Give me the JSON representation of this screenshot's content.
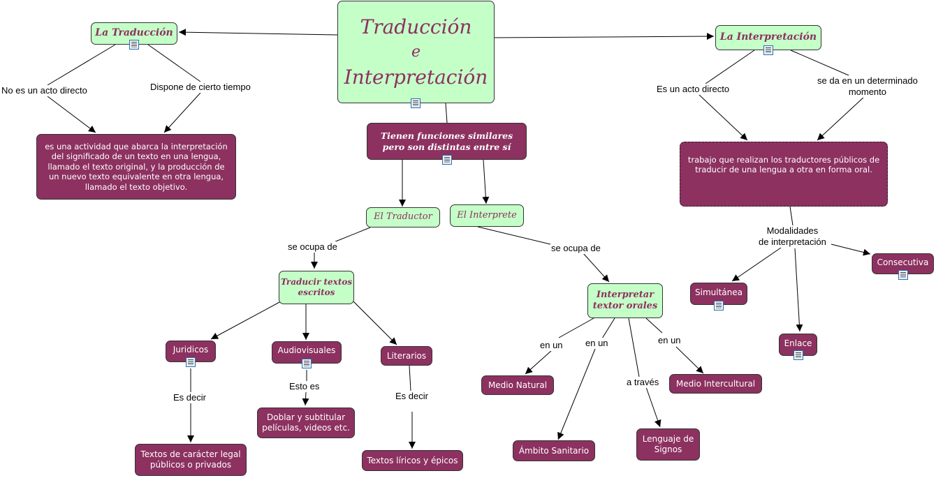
{
  "nodes": {
    "main_title": [
      "Traducción",
      "e",
      "Interpretación"
    ],
    "traduccion": "La Traducción",
    "interpretacion": "La Interpretación",
    "traduccion_def": "es una actividad que abarca la interpretación del significado de un texto en una lengua, llamado el texto original, y la producción de un nuevo texto equivalente en otra lengua, llamado el texto objetivo.",
    "funciones": "Tienen funciones similares pero son distintas entre sí",
    "interpretacion_def": "trabajo que realizan los traductores públicos de traducir de una lengua a otra en forma oral.",
    "traductor": "El Traductor",
    "interprete": "El Interprete",
    "traducir_textos": "Traducir textos escritos",
    "interpretar_textos": "Interpretar textor orales",
    "juridicos": "Juridicos",
    "audiovisuales": "Audiovisuales",
    "literarios": "Literarios",
    "textos_legal": "Textos de carácter legal públicos o privados",
    "doblar": "Doblar y subtitular películas, videos etc.",
    "textos_liricos": "Textos líricos y épicos",
    "medio_natural": "Medio Natural",
    "ambito_sanitario": "Ámbito Sanitario",
    "lenguaje_signos": "Lenguaje de Signos",
    "medio_intercultural": "Medio Intercultural",
    "simultanea": "Simultánea",
    "consecutiva": "Consecutiva",
    "enlace": "Enlace"
  },
  "labels": {
    "no_es_acto": "No es un acto directo",
    "dispone_tiempo": "Dispone de cierto tiempo",
    "es_acto": "Es un acto directo",
    "se_da": [
      "se da en un determinado",
      "momento"
    ],
    "se_ocupa_1": "se ocupa de",
    "se_ocupa_2": "se ocupa de",
    "modalidades": [
      "Modalidades",
      "de interpretación"
    ],
    "es_decir_1": "Es decir",
    "esto_es": "Esto es",
    "es_decir_2": "Es decir",
    "en_un_1": "en un",
    "en_un_2": "en un",
    "a_traves": "a través",
    "en_un_3": "en un"
  },
  "colors": {
    "concept_green": "#c5ffc8",
    "concept_purple": "#8c3160",
    "title_text": "#8c3160"
  }
}
